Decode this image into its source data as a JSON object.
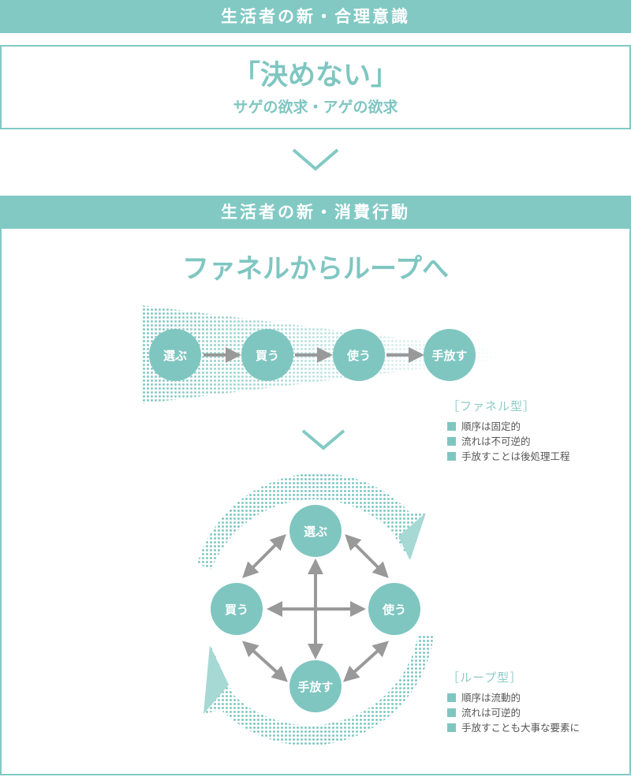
{
  "section1": {
    "header": "生活者の新・合理意識",
    "title": "「決めない」",
    "subtitle": "サゲの欲求・アゲの欲求"
  },
  "section2": {
    "header": "生活者の新・消費行動",
    "title": "ファネルからループへ"
  },
  "funnel": {
    "steps": [
      "選ぶ",
      "買う",
      "使う",
      "手放す"
    ],
    "legend_title": "［ファネル型］",
    "legend_items": [
      "順序は固定的",
      "流れは不可逆的",
      "手放すことは後処理工程"
    ]
  },
  "loop": {
    "nodes": {
      "top": "選ぶ",
      "left": "買う",
      "right": "使う",
      "bottom": "手放す"
    },
    "legend_title": "［ループ型］",
    "legend_items": [
      "順序は流動的",
      "流れは可逆的",
      "手放すことも大事な要素に"
    ]
  },
  "colors": {
    "accent": "#82c9c4",
    "arrow": "#999999"
  }
}
